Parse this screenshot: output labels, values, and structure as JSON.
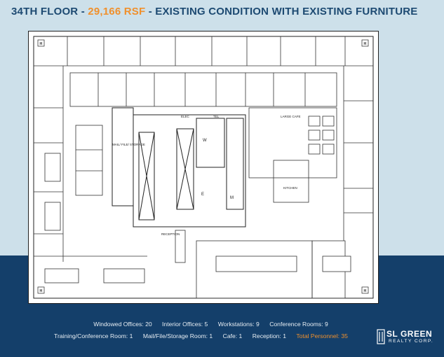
{
  "title": {
    "floor": "34TH FLOOR",
    "sep1": " - ",
    "area": "29,166 RSF",
    "sep2": " - ",
    "condition": "EXISTING CONDITION WITH EXISTING FURNITURE"
  },
  "plan_labels": {
    "mail": "MAIL/ FILE/ STORAGE",
    "large_cafe": "LARGE CAFE",
    "kitchen": "KITCHEN",
    "reception": "RECEPTION",
    "w": "W",
    "m": "M",
    "e": "E",
    "elec": "ELEC",
    "tel": "TEL",
    "column_marker": "H"
  },
  "stats": {
    "windowed_offices": "Windowed Offices: 20",
    "interior_offices": "Interior Offices: 5",
    "workstations": "Workstations: 9",
    "conference_rooms": "Conference Rooms: 9",
    "training_conference": "Training/Conference Room: 1",
    "mail_file_storage": "Mail/File/Storage Room: 1",
    "cafe": "Cafe: 1",
    "reception": "Reception: 1",
    "total_personnel": "Total Personnel: 35"
  },
  "logo": {
    "line1": "SL GREEN",
    "line2": "REALTY CORP."
  },
  "colors": {
    "title": "#1d4a72",
    "accent": "#f0902c",
    "bottom": "#143f6a",
    "top": "#cde0ea",
    "plan_fill": "#ffffff",
    "wall": "#222222"
  }
}
